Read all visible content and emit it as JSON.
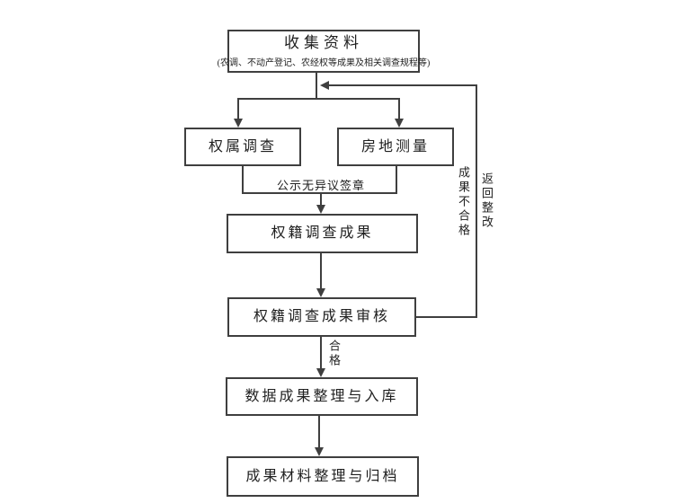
{
  "diagram": {
    "type": "flowchart",
    "nodes": {
      "collect": {
        "label": "收集资料",
        "sublabel": "(农调、不动产登记、农经权等成果及相关调查规程等)"
      },
      "ownership": {
        "label": "权属调查"
      },
      "measure": {
        "label": "房地测量"
      },
      "result": {
        "label": "权籍调查成果"
      },
      "review": {
        "label": "权籍调查成果审核"
      },
      "storage": {
        "label": "数据成果整理与入库"
      },
      "archive": {
        "label": "成果材料整理与归档"
      }
    },
    "edge_labels": {
      "publicity": "公示无异议签章",
      "qualified": "合格",
      "unqualified": "成果不合格",
      "rework": "返回整改"
    },
    "edges": [
      {
        "from": "collect",
        "to": "ownership",
        "label": ""
      },
      {
        "from": "collect",
        "to": "measure",
        "label": ""
      },
      {
        "from": "ownership",
        "to": "result",
        "label": "公示无异议签章"
      },
      {
        "from": "measure",
        "to": "result",
        "label": "公示无异议签章"
      },
      {
        "from": "result",
        "to": "review",
        "label": ""
      },
      {
        "from": "review",
        "to": "storage",
        "label": "合格"
      },
      {
        "from": "storage",
        "to": "archive",
        "label": ""
      },
      {
        "from": "review",
        "to": "collect",
        "label": "成果不合格 返回整改"
      }
    ],
    "colors": {
      "line": "#3f3f3f",
      "text": "#1f1f1f",
      "background": "#ffffff"
    }
  }
}
